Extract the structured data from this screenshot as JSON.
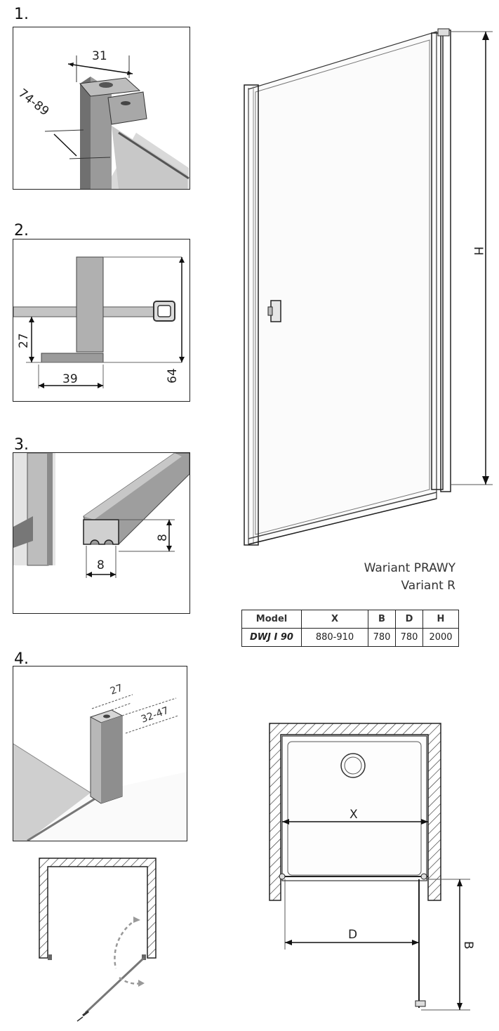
{
  "steps": [
    {
      "number": "1.",
      "dimensions": [
        "31",
        "74-89"
      ]
    },
    {
      "number": "2.",
      "dimensions": [
        "27",
        "39",
        "64"
      ]
    },
    {
      "number": "3.",
      "dimensions": [
        "8",
        "8"
      ]
    },
    {
      "number": "4.",
      "dimensions": [
        "27",
        "32-47"
      ]
    }
  ],
  "door_elevation": {
    "height_label": "H"
  },
  "variant": {
    "line1": "Wariant PRAWY",
    "line2": "Variant R"
  },
  "spec_table": {
    "headers": [
      "Model",
      "X",
      "B",
      "D",
      "H"
    ],
    "rows": [
      [
        "DWJ I 90",
        "880-910",
        "780",
        "780",
        "2000"
      ]
    ]
  },
  "plan_view": {
    "x_label": "X",
    "d_label": "D",
    "b_label": "B"
  }
}
